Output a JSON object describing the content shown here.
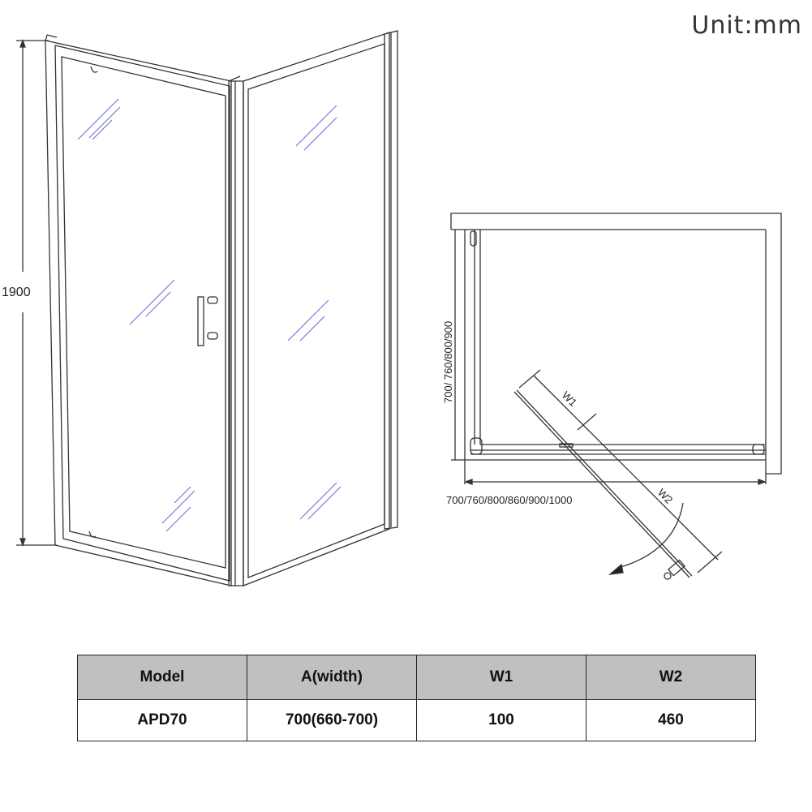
{
  "unit_label": "Unit:mm",
  "elevation": {
    "height_label": "1900"
  },
  "plan": {
    "depth_label": "700/ 760/800/900",
    "width_label": "700/760/800/860/900/1000",
    "w1_label": "W1",
    "w2_label": "W2"
  },
  "table": {
    "headers": [
      "Model",
      "A(width)",
      "W1",
      "W2"
    ],
    "rows": [
      [
        "APD70",
        "700(660-700)",
        "100",
        "460"
      ]
    ]
  },
  "colors": {
    "line": "#333333",
    "glass_mark": "#6a6ad8",
    "header_bg": "#c0c0c0"
  }
}
